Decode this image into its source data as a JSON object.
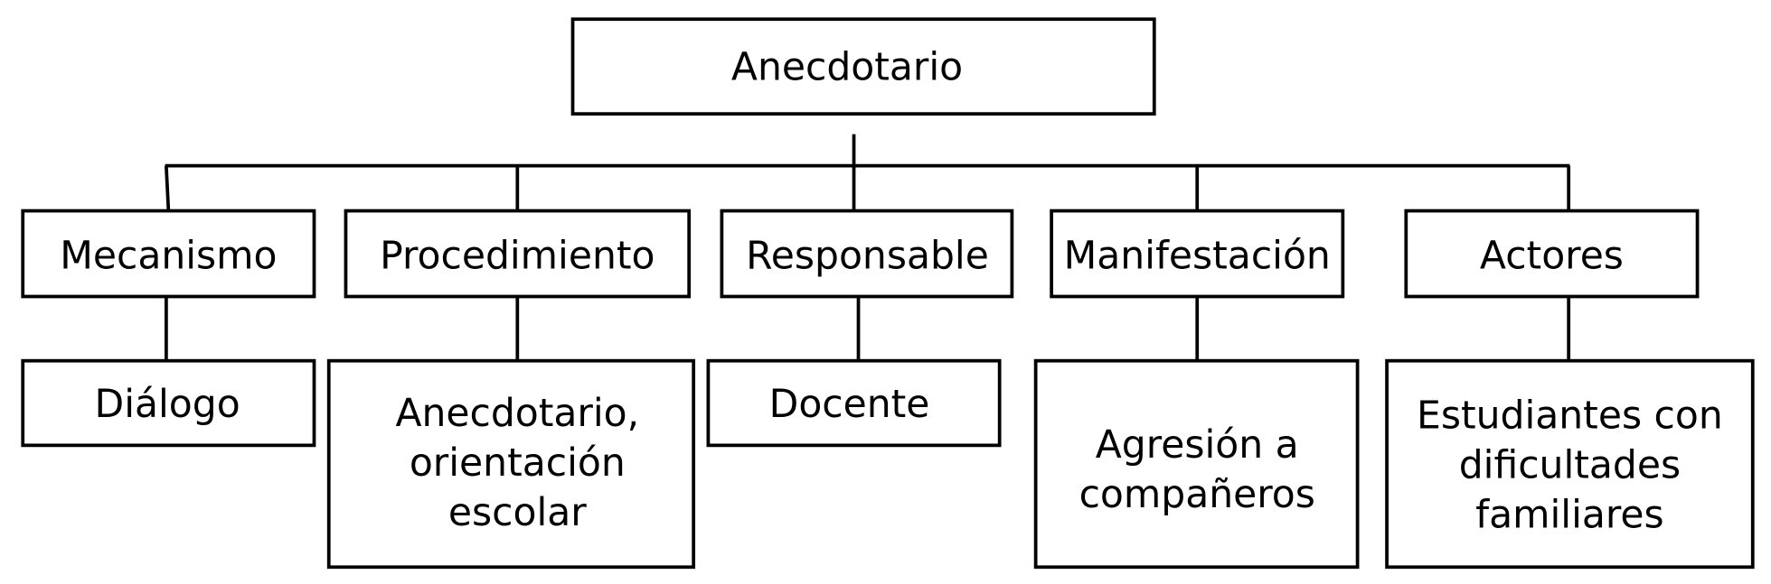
{
  "root": {
    "label": "Anecdotario"
  },
  "categories": [
    {
      "label": "Mecanismo",
      "child": [
        "Diálogo"
      ]
    },
    {
      "label": "Procedimiento",
      "child": [
        "Anecdotario,",
        "orientación",
        "escolar"
      ]
    },
    {
      "label": "Responsable",
      "child": [
        "Docente"
      ]
    },
    {
      "label": "Manifestación",
      "child": [
        "Agresión a",
        "compañeros"
      ]
    },
    {
      "label": "Actores",
      "child": [
        "Estudiantes con",
        "dificultades",
        "familiares"
      ]
    }
  ]
}
